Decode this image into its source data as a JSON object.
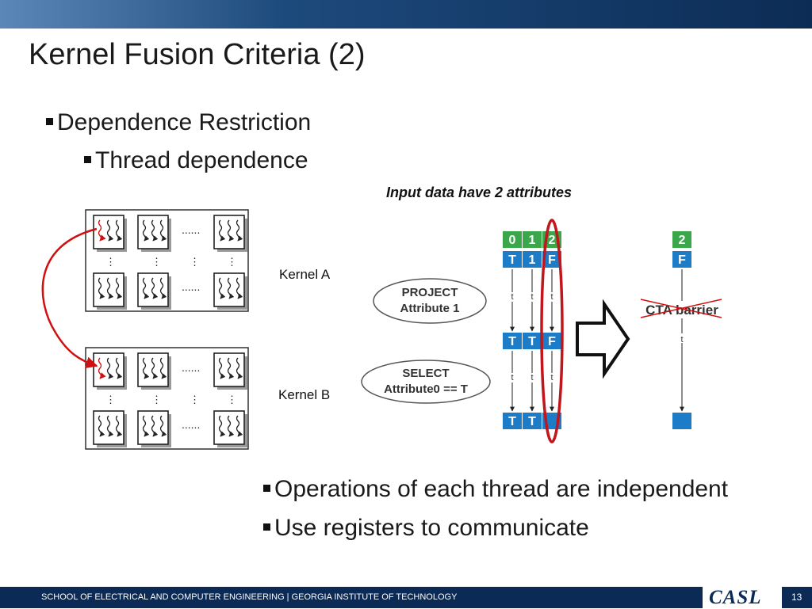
{
  "slide": {
    "title": "Kernel Fusion Criteria (2)",
    "bullets": {
      "dependence_restriction": "Dependence Restriction",
      "thread_dependence": "Thread dependence",
      "operations_independent": "Operations of each thread are independent",
      "use_registers": "Use registers to communicate"
    }
  },
  "diagram": {
    "caption": "Input data have 2 attributes",
    "kernel_a": "Kernel A",
    "kernel_b": "Kernel B",
    "project_line1": "PROJECT",
    "project_line2": "Attribute 1",
    "select_line1": "SELECT",
    "select_line2": "Attribute0 == T",
    "header_indices": [
      "0",
      "1",
      "2"
    ],
    "row1_values": [
      "T",
      "1",
      "F"
    ],
    "row2_values": [
      "T",
      "T",
      "F"
    ],
    "row3_values": [
      "T",
      "T",
      ""
    ],
    "thread_label": "t",
    "fused_header": "2",
    "fused_value": "F",
    "cta_barrier": "CTA barrier",
    "dots": "......",
    "vdots": "⋮",
    "colors": {
      "green": "#3aa84a",
      "blue": "#1c7cc8",
      "red": "#c0161c"
    }
  },
  "footer": {
    "institution": "SCHOOL OF ELECTRICAL AND COMPUTER ENGINEERING | GEORGIA INSTITUTE OF TECHNOLOGY",
    "logo": "CASL",
    "page_number": "13"
  }
}
